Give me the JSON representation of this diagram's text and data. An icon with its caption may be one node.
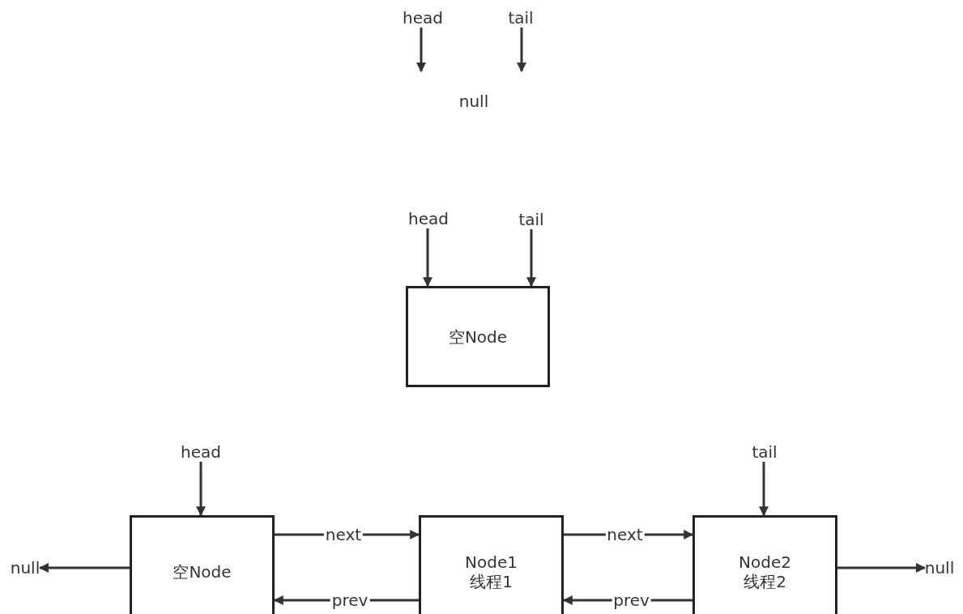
{
  "diagram": {
    "nodes": [
      {
        "text": [
          "head"
        ]
      },
      {
        "text": [
          "tail"
        ]
      },
      {
        "text": [
          "null"
        ]
      },
      {
        "text": [
          "head"
        ]
      },
      {
        "text": [
          "tail"
        ]
      },
      {
        "text": [
          "空Node"
        ]
      },
      {
        "text": [
          "head"
        ]
      },
      {
        "text": [
          "tail"
        ]
      },
      {
        "text": [
          "null"
        ]
      },
      {
        "text": [
          "空Node"
        ]
      },
      {
        "text": [
          "Node1",
          "线程1"
        ]
      },
      {
        "text": [
          "Node2",
          "线程2"
        ]
      },
      {
        "text": [
          "null"
        ]
      }
    ],
    "edges": [
      {
        "from": 0,
        "to": null,
        "arrow": "to"
      },
      {
        "from": 1,
        "to": null,
        "arrow": "to"
      },
      {
        "from": 3,
        "to": 5,
        "arrow": "to"
      },
      {
        "from": 4,
        "to": 5,
        "arrow": "to"
      },
      {
        "from": 6,
        "to": 9,
        "arrow": "to"
      },
      {
        "from": 7,
        "to": 11,
        "arrow": "to"
      },
      {
        "from": 9,
        "to": 8,
        "arrow": "to"
      },
      {
        "from": 9,
        "to": 10,
        "arrow": "to",
        "label": "next"
      },
      {
        "from": 10,
        "to": 9,
        "arrow": "to",
        "label": "prev"
      },
      {
        "from": 10,
        "to": 11,
        "arrow": "to",
        "label": "next"
      },
      {
        "from": 11,
        "to": 10,
        "arrow": "to",
        "label": "prev"
      },
      {
        "from": 11,
        "to": 12,
        "arrow": "to"
      }
    ]
  }
}
